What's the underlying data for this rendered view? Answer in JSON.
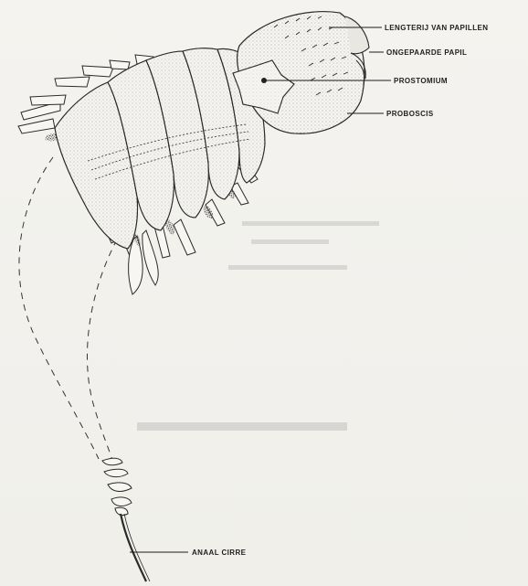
{
  "labels": {
    "lengterij_van_papillen": "LENGTERIJ VAN PAPILLEN",
    "ongepaarde_papil": "ONGEPAARDE PAPIL",
    "prostomium": "PROSTOMIUM",
    "proboscis": "PROBOSCIS",
    "anaal_cirre": "ANAAL CIRRE"
  },
  "colors": {
    "paper": "#f2f1ed",
    "ink": "#1e1e1e",
    "stipple": "#8a8a8a"
  }
}
